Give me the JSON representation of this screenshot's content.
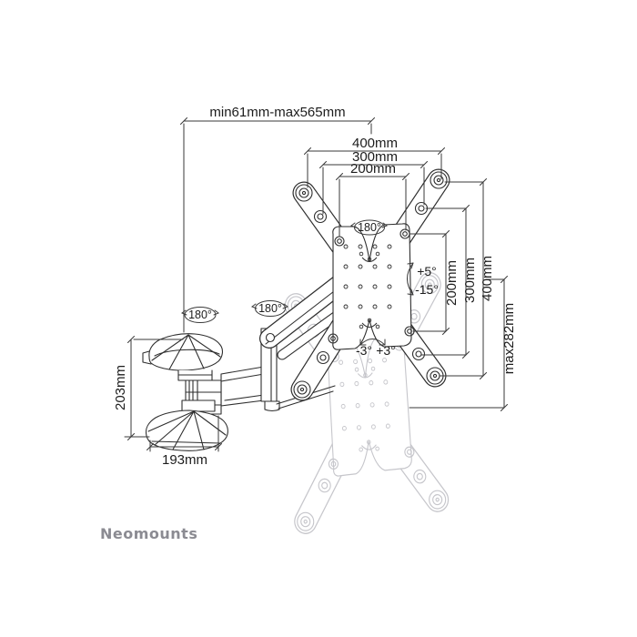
{
  "diagram": {
    "brand": "Neomounts",
    "colors": {
      "line": "#2e2e2e",
      "ghost": "#c6c6cb",
      "dimension": "#3a3a3a",
      "brand_text": "#8b8b92",
      "background": "#ffffff"
    },
    "dimensions": {
      "extension": "min61mm-max565mm",
      "vesa_widths": [
        "400mm",
        "300mm",
        "200mm"
      ],
      "vesa_heights": [
        "200mm",
        "300mm",
        "400mm"
      ],
      "max_below": "max282mm",
      "wall_plate_height": "203mm",
      "wall_plate_width": "193mm"
    },
    "angles": {
      "swivel_wall": "180°",
      "swivel_mid": "180°",
      "swivel_screen": "180°",
      "tilt_up": "+5°",
      "tilt_down": "-15°",
      "rotate_left": "-3°",
      "rotate_right": "+3°"
    }
  }
}
